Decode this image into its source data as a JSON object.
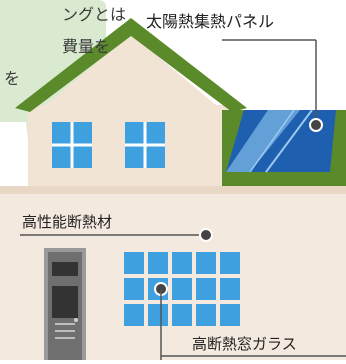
{
  "bubble": {
    "lines": [
      "ングとは",
      "費量を",
      "を"
    ]
  },
  "labels": {
    "solar_panel": "太陽熱集熱パネル",
    "insulation": "高性能断熱材",
    "window_glass": "高断熱窓ガラス"
  },
  "colors": {
    "bubble_fill": "#d9ead0",
    "roof_green": "#5a8a2a",
    "wall_beige": "#f1e4d5",
    "lower_wall": "#f4e9de",
    "window_blue": "#3fa0df",
    "panel_blue": "#1f5fb0",
    "door_gray": "#707070",
    "leader_line": "#555555"
  }
}
